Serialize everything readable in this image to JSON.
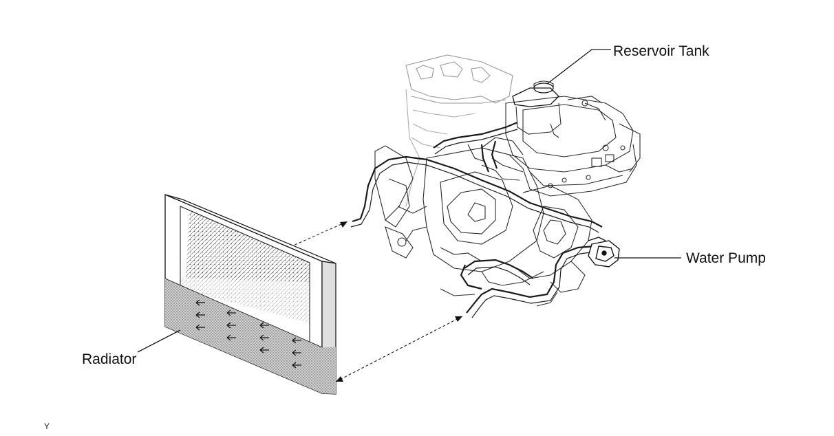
{
  "labels": {
    "reservoir_tank": "Reservoir Tank",
    "water_pump": "Water Pump",
    "radiator": "Radiator"
  },
  "corner_mark": "Y",
  "colors": {
    "ink": "#1a1a1a",
    "background": "#ffffff",
    "radiator_shade": "#bdbdbd"
  }
}
